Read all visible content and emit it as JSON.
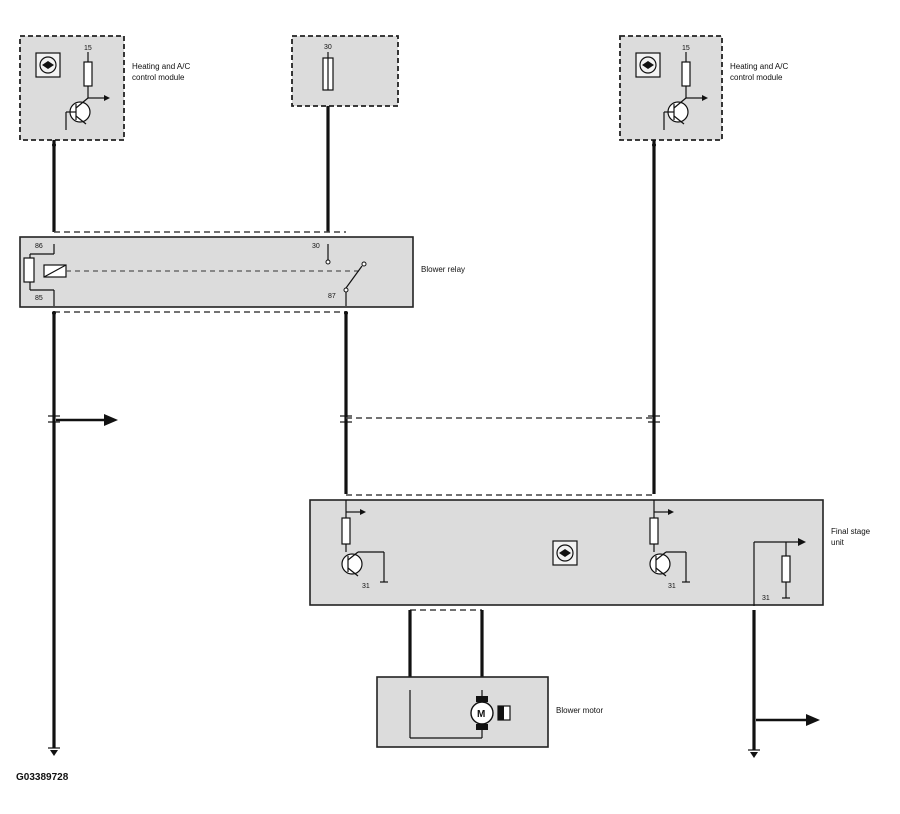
{
  "labels": {
    "module_left": [
      "Heating and A/C",
      "control module"
    ],
    "module_right": [
      "Heating and A/C",
      "control module"
    ],
    "blower_relay": "Blower relay",
    "final_stage": [
      "Final stage",
      "unit"
    ],
    "blower_motor": "Blower motor",
    "motor_symbol": "M",
    "figure_id": "G03389728"
  },
  "pins": {
    "left_module": "15",
    "fuse": "30",
    "right_module": "15",
    "relay_86": "86",
    "relay_85": "85",
    "relay_30": "30",
    "relay_87": "87",
    "final_left_ground": "31",
    "final_mid_ground": "31",
    "final_right_ground": "31"
  }
}
